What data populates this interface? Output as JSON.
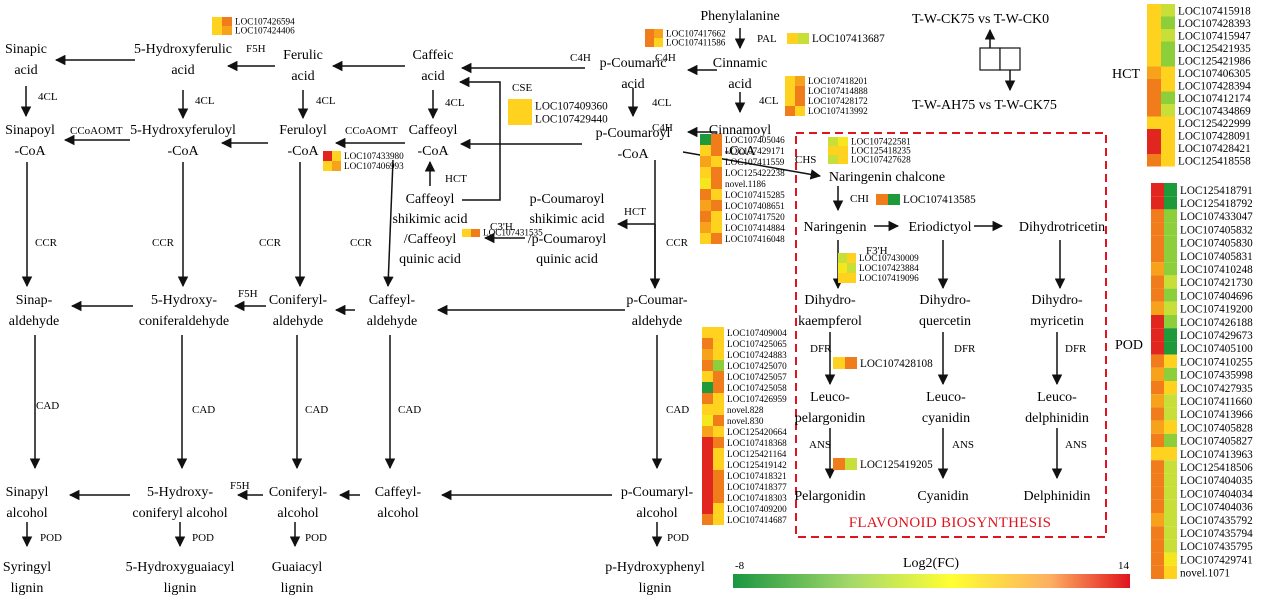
{
  "nodes": {
    "phenylalanine": [
      "Phenylalanine"
    ],
    "cinnamic": [
      "Cinnamic",
      "acid"
    ],
    "cinnamoyl": [
      "Cinnamoyl",
      "-CoA"
    ],
    "p_coumaric": [
      "p-Coumaric",
      "acid"
    ],
    "p_coumaroyl_coa": [
      "p-Coumaroyl",
      "-CoA"
    ],
    "caffeic": [
      "Caffeic",
      "acid"
    ],
    "caffeoyl_coa": [
      "Caffeoyl",
      "-CoA"
    ],
    "ferulic": [
      "Ferulic",
      "acid"
    ],
    "feruloyl_coa": [
      "Feruloyl",
      "-CoA"
    ],
    "hydroxyferulic": [
      "5-Hydroxyferulic",
      "acid"
    ],
    "hydroxyferuloyl_coa": [
      "5-Hydroxyferuloyl",
      "-CoA"
    ],
    "sinapic": [
      "Sinapic",
      "acid"
    ],
    "sinapoyl_coa": [
      "Sinapoyl",
      "-CoA"
    ],
    "caffeoyl_shikimic": [
      "Caffeoyl",
      "shikimic acid",
      "/Caffeoyl",
      "quinic acid"
    ],
    "p_coumaroyl_shikimic": [
      "p-Coumaroyl",
      "shikimic acid",
      "/p-Coumaroyl",
      "quinic acid"
    ],
    "p_coumaraldehyde": [
      "p-Coumar-",
      "aldehyde"
    ],
    "caffeylaldehyde": [
      "Caffeyl-",
      "aldehyde"
    ],
    "coniferylaldehyde": [
      "Coniferyl-",
      "aldehyde"
    ],
    "hydroxyconiferaldehyde": [
      "5-Hydroxy-",
      "coniferaldehyde"
    ],
    "sinapaldehyde": [
      "Sinap-",
      "aldehyde"
    ],
    "p_coumaryl_alcohol": [
      "p-Coumaryl-",
      "alcohol"
    ],
    "caffeyl_alcohol": [
      "Caffeyl-",
      "alcohol"
    ],
    "coniferyl_alcohol": [
      "Coniferyl-",
      "alcohol"
    ],
    "hydroxyconiferyl_alcohol": [
      "5-Hydroxy-",
      "coniferyl alcohol"
    ],
    "sinapyl_alcohol": [
      "Sinapyl",
      "alcohol"
    ],
    "p_hydroxyphenyl_lignin": [
      "p-Hydroxyphenyl",
      "lignin"
    ],
    "guaiacyl_lignin": [
      "Guaiacyl",
      "lignin"
    ],
    "hydroxyguaiacyl_lignin": [
      "5-Hydroxyguaiacyl",
      "lignin"
    ],
    "syringyl_lignin": [
      "Syringyl",
      "lignin"
    ],
    "naringenin_chalcone": [
      "Naringenin chalcone"
    ],
    "naringenin": [
      "Naringenin"
    ],
    "eriodictyol": [
      "Eriodictyol"
    ],
    "dihydrotricetin": [
      "Dihydrotricetin"
    ],
    "dihydrokaempferol": [
      "Dihydro-",
      "kaempferol"
    ],
    "dihydroquercetin": [
      "Dihydro-",
      "quercetin"
    ],
    "dihydromyricetin": [
      "Dihydro-",
      "myricetin"
    ],
    "leucopelargonidin": [
      "Leuco-",
      "pelargonidin"
    ],
    "leucocyanidin": [
      "Leuco-",
      "cyanidin"
    ],
    "leucodelphinidin": [
      "Leuco-",
      "delphinidin"
    ],
    "pelargonidin": [
      "Pelargonidin"
    ],
    "cyanidin": [
      "Cyanidin"
    ],
    "delphinidin": [
      "Delphinidin"
    ]
  },
  "enzymes": {
    "pal": "PAL",
    "c4h_a": "C4H",
    "c4h_b": "C4H",
    "c4h_c": "C4H",
    "fcl_a": "4CL",
    "fcl_b": "4CL",
    "fcl_c": "4CL",
    "fcl_d": "4CL",
    "fcl_e": "4CL",
    "fcl_f": "4CL",
    "cse": "CSE",
    "hct_a": "HCT",
    "hct_b": "HCT",
    "c3h": "C3'H",
    "ccoaomt_a": "CCoAOMT",
    "ccoaomt_b": "CCoAOMT",
    "f5h_a": "F5H",
    "f5h_b": "F5H",
    "f5h_c": "F5H",
    "ccr_a": "CCR",
    "ccr_b": "CCR",
    "ccr_c": "CCR",
    "ccr_d": "CCR",
    "ccr_e": "CCR",
    "cad_a": "CAD",
    "cad_b": "CAD",
    "cad_c": "CAD",
    "cad_d": "CAD",
    "cad_e": "CAD",
    "pod_a": "POD",
    "pod_b": "POD",
    "pod_c": "POD",
    "pod_d": "POD",
    "pod_e": "POD",
    "chs": "CHS",
    "chi": "CHI",
    "f3h": "F3'H",
    "dfr_a": "DFR",
    "dfr_b": "DFR",
    "dfr_c": "DFR",
    "ans_a": "ANS",
    "ans_b": "ANS",
    "ans_c": "ANS"
  },
  "flavonoid_title": "FLAVONOID BIOSYNTHESIS",
  "legend": {
    "top": "T-W-CK75 vs T-W-CK0",
    "bottom": "T-W-AH75 vs T-W-CK75",
    "scale_title": "Log2(FC)",
    "min_label": "-8",
    "max_label": "14",
    "gradient": [
      "#1a9641",
      "#a6d96a",
      "#ffff33",
      "#fdae61",
      "#e0141e"
    ]
  },
  "palette": {
    "G": "#1f9a3a",
    "g": "#8ccf3a",
    "L": "#c8df3a",
    "y": "#f5e61e",
    "Y": "#ffd21f",
    "o": "#f7a21b",
    "O": "#f07c1c",
    "R": "#e0261e"
  },
  "heatmaps": [
    {
      "id": "f5h",
      "genes": [
        "LOC107426594",
        "LOC107424406"
      ],
      "colors": [
        [
          "Y",
          "O"
        ],
        [
          "Y",
          "o"
        ]
      ]
    },
    {
      "id": "c4h",
      "genes": [
        "LOC107417662",
        "LOC107411586"
      ],
      "colors": [
        [
          "O",
          "o"
        ],
        [
          "O",
          "Y"
        ]
      ]
    },
    {
      "id": "pal",
      "genes": [
        "LOC107413687"
      ],
      "colors": [
        [
          "Y",
          "L"
        ]
      ]
    },
    {
      "id": "fcl",
      "genes": [
        "LOC107418201",
        "LOC107414888",
        "LOC107428172",
        "LOC107413992"
      ],
      "colors": [
        [
          "Y",
          "o"
        ],
        [
          "Y",
          "O"
        ],
        [
          "Y",
          "O"
        ],
        [
          "O",
          "Y"
        ]
      ]
    },
    {
      "id": "cse",
      "genes": [
        "LOC107409360",
        "LOC107429440"
      ],
      "colors": [
        [
          "Y",
          "Y"
        ],
        [
          "Y",
          "Y"
        ]
      ]
    },
    {
      "id": "ccoaomt",
      "genes": [
        "LOC107433980",
        "LOC107406993"
      ],
      "colors": [
        [
          "R",
          "Y"
        ],
        [
          "Y",
          "o"
        ]
      ]
    },
    {
      "id": "c3h",
      "genes": [
        "LOC107431535"
      ],
      "colors": [
        [
          "Y",
          "O"
        ]
      ]
    },
    {
      "id": "chs",
      "genes": [
        "LOC107422581",
        "LOC125418235",
        "LOC107427628"
      ],
      "colors": [
        [
          "L",
          "y"
        ],
        [
          "Y",
          "Y"
        ],
        [
          "L",
          "Y"
        ]
      ]
    },
    {
      "id": "chi",
      "genes": [
        "LOC107413585"
      ],
      "colors": [
        [
          "O",
          "G"
        ]
      ]
    },
    {
      "id": "f3h",
      "genes": [
        "LOC107430009",
        "LOC107423884",
        "LOC107419096"
      ],
      "colors": [
        [
          "L",
          "Y"
        ],
        [
          "y",
          "L"
        ],
        [
          "Y",
          "Y"
        ]
      ]
    },
    {
      "id": "dfr",
      "genes": [
        "LOC107428108"
      ],
      "colors": [
        [
          "Y",
          "O"
        ]
      ]
    },
    {
      "id": "ans",
      "genes": [
        "LOC125419205"
      ],
      "colors": [
        [
          "O",
          "L"
        ]
      ]
    },
    {
      "id": "hct_mid",
      "genes": [
        "LOC107405046",
        "LOC107429171",
        "LOC107411559",
        "LOC125422238",
        "novel.1186",
        "LOC107415285",
        "LOC107408651",
        "LOC107417520",
        "LOC107414884",
        "LOC107416048"
      ],
      "colors": [
        [
          "G",
          "O"
        ],
        [
          "Y",
          "O"
        ],
        [
          "o",
          "Y"
        ],
        [
          "Y",
          "O"
        ],
        [
          "y",
          "O"
        ],
        [
          "O",
          "Y"
        ],
        [
          "o",
          "O"
        ],
        [
          "O",
          "Y"
        ],
        [
          "o",
          "Y"
        ],
        [
          "Y",
          "O"
        ]
      ]
    },
    {
      "id": "cad_mid",
      "genes": [
        "LOC107409004",
        "LOC107425065",
        "LOC107424883",
        "LOC107425070",
        "LOC107425057",
        "LOC107425058",
        "LOC107426959",
        "novel.828",
        "novel.830",
        "LOC125420664",
        "LOC107418368",
        "LOC125421164",
        "LOC125419142",
        "LOC107418321",
        "LOC107418377",
        "LOC107418303",
        "LOC107409200",
        "LOC107414687"
      ],
      "colors": [
        [
          "Y",
          "Y"
        ],
        [
          "O",
          "Y"
        ],
        [
          "o",
          "Y"
        ],
        [
          "O",
          "g"
        ],
        [
          "Y",
          "O"
        ],
        [
          "G",
          "O"
        ],
        [
          "O",
          "Y"
        ],
        [
          "Y",
          "Y"
        ],
        [
          "y",
          "O"
        ],
        [
          "o",
          "Y"
        ],
        [
          "R",
          "O"
        ],
        [
          "R",
          "Y"
        ],
        [
          "R",
          "Y"
        ],
        [
          "R",
          "O"
        ],
        [
          "R",
          "O"
        ],
        [
          "R",
          "O"
        ],
        [
          "R",
          "Y"
        ],
        [
          "O",
          "Y"
        ]
      ]
    },
    {
      "id": "hct_right",
      "genes": [
        "LOC107415918",
        "LOC107428393",
        "LOC107415947",
        "LOC125421935",
        "LOC125421986",
        "LOC107406305",
        "LOC107428394",
        "LOC107412174",
        "LOC107434869",
        "LOC125422999",
        "LOC107428091",
        "LOC107428421",
        "LOC125418558"
      ],
      "colors": [
        [
          "Y",
          "L"
        ],
        [
          "Y",
          "g"
        ],
        [
          "Y",
          "L"
        ],
        [
          "Y",
          "g"
        ],
        [
          "Y",
          "g"
        ],
        [
          "o",
          "Y"
        ],
        [
          "O",
          "Y"
        ],
        [
          "O",
          "g"
        ],
        [
          "O",
          "L"
        ],
        [
          "Y",
          "Y"
        ],
        [
          "R",
          "Y"
        ],
        [
          "R",
          "Y"
        ],
        [
          "O",
          "Y"
        ]
      ]
    },
    {
      "id": "pod_right",
      "genes": [
        "LOC125418791",
        "LOC125418792",
        "LOC107433047",
        "LOC107405832",
        "LOC107405830",
        "LOC107405831",
        "LOC107410248",
        "LOC107421730",
        "LOC107404696",
        "LOC107419200",
        "LOC107426188",
        "LOC107429673",
        "LOC107405100",
        "LOC107410255",
        "LOC107435998",
        "LOC107427935",
        "LOC107411660",
        "LOC107413966",
        "LOC107405828",
        "LOC107405827",
        "LOC107413963",
        "LOC125418506",
        "LOC107404035",
        "LOC107404034",
        "LOC107404036",
        "LOC107435792",
        "LOC107435794",
        "LOC107435795",
        "LOC107429741",
        "novel.1071"
      ],
      "colors": [
        [
          "R",
          "G"
        ],
        [
          "R",
          "G"
        ],
        [
          "O",
          "g"
        ],
        [
          "O",
          "g"
        ],
        [
          "O",
          "g"
        ],
        [
          "O",
          "g"
        ],
        [
          "o",
          "g"
        ],
        [
          "O",
          "L"
        ],
        [
          "O",
          "g"
        ],
        [
          "o",
          "L"
        ],
        [
          "R",
          "g"
        ],
        [
          "R",
          "G"
        ],
        [
          "R",
          "G"
        ],
        [
          "O",
          "Y"
        ],
        [
          "o",
          "g"
        ],
        [
          "O",
          "Y"
        ],
        [
          "o",
          "L"
        ],
        [
          "O",
          "L"
        ],
        [
          "o",
          "Y"
        ],
        [
          "O",
          "g"
        ],
        [
          "Y",
          "Y"
        ],
        [
          "O",
          "L"
        ],
        [
          "O",
          "L"
        ],
        [
          "O",
          "L"
        ],
        [
          "O",
          "L"
        ],
        [
          "o",
          "L"
        ],
        [
          "O",
          "L"
        ],
        [
          "O",
          "L"
        ],
        [
          "O",
          "y"
        ],
        [
          "O",
          "Y"
        ]
      ]
    }
  ]
}
